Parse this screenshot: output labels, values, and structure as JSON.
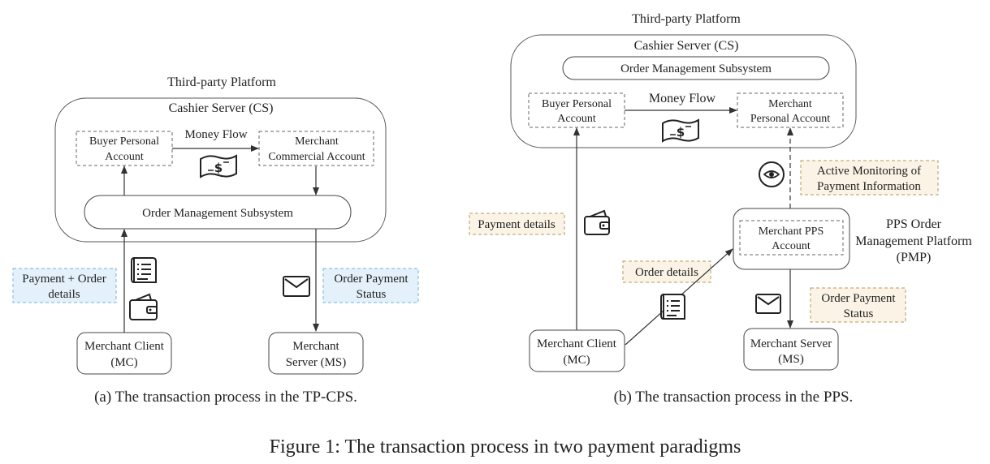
{
  "panel_a": {
    "platform_label": "Third-party Platform",
    "cashier_server": "Cashier Server (CS)",
    "buyer_account": [
      "Buyer Personal",
      "Account"
    ],
    "money_flow": "Money  Flow",
    "merchant_account": [
      "Merchant",
      "Commercial Account"
    ],
    "order_subsystem": "Order Management Subsystem",
    "payment_order_details": [
      "Payment + Order",
      "details"
    ],
    "order_payment_status": [
      "Order Payment",
      "Status"
    ],
    "merchant_client": [
      "Merchant Client",
      "(MC)"
    ],
    "merchant_server": [
      "Merchant",
      "Server (MS)"
    ],
    "caption": "(a)  The transaction process in the TP-CPS."
  },
  "panel_b": {
    "platform_label": "Third-party Platform",
    "cashier_server": "Cashier Server (CS)",
    "order_subsystem": "Order Management Subsystem",
    "buyer_account": [
      "Buyer Personal",
      "Account"
    ],
    "money_flow": "Money  Flow",
    "merchant_account": [
      "Merchant",
      "Personal Account"
    ],
    "active_monitoring": [
      "Active Monitoring of",
      "Payment Information"
    ],
    "payment_details": "Payment details",
    "merchant_pps_account": [
      "Merchant PPS",
      "Account"
    ],
    "pmp_label": [
      "PPS Order",
      "Management Platform",
      "(PMP)"
    ],
    "order_details": "Order details",
    "order_payment_status": [
      "Order Payment",
      "Status"
    ],
    "merchant_client": [
      "Merchant Client",
      "(MC)"
    ],
    "merchant_server": [
      "Merchant Server",
      "(MS)"
    ],
    "caption": "(b)  The transaction process in the PPS."
  },
  "figure_caption": "Figure 1: The transaction process in two payment paradigms",
  "colors": {
    "line": "#333333",
    "blue_fill": "#e4f1fa",
    "blue_border": "#6fb6dc",
    "tan_fill": "#fbf4e6",
    "tan_border": "#b59a5e",
    "dashed_box": "#666666"
  },
  "icons": [
    "money-bill-icon",
    "wallet-icon",
    "receipt-icon",
    "envelope-icon",
    "eye-icon"
  ]
}
